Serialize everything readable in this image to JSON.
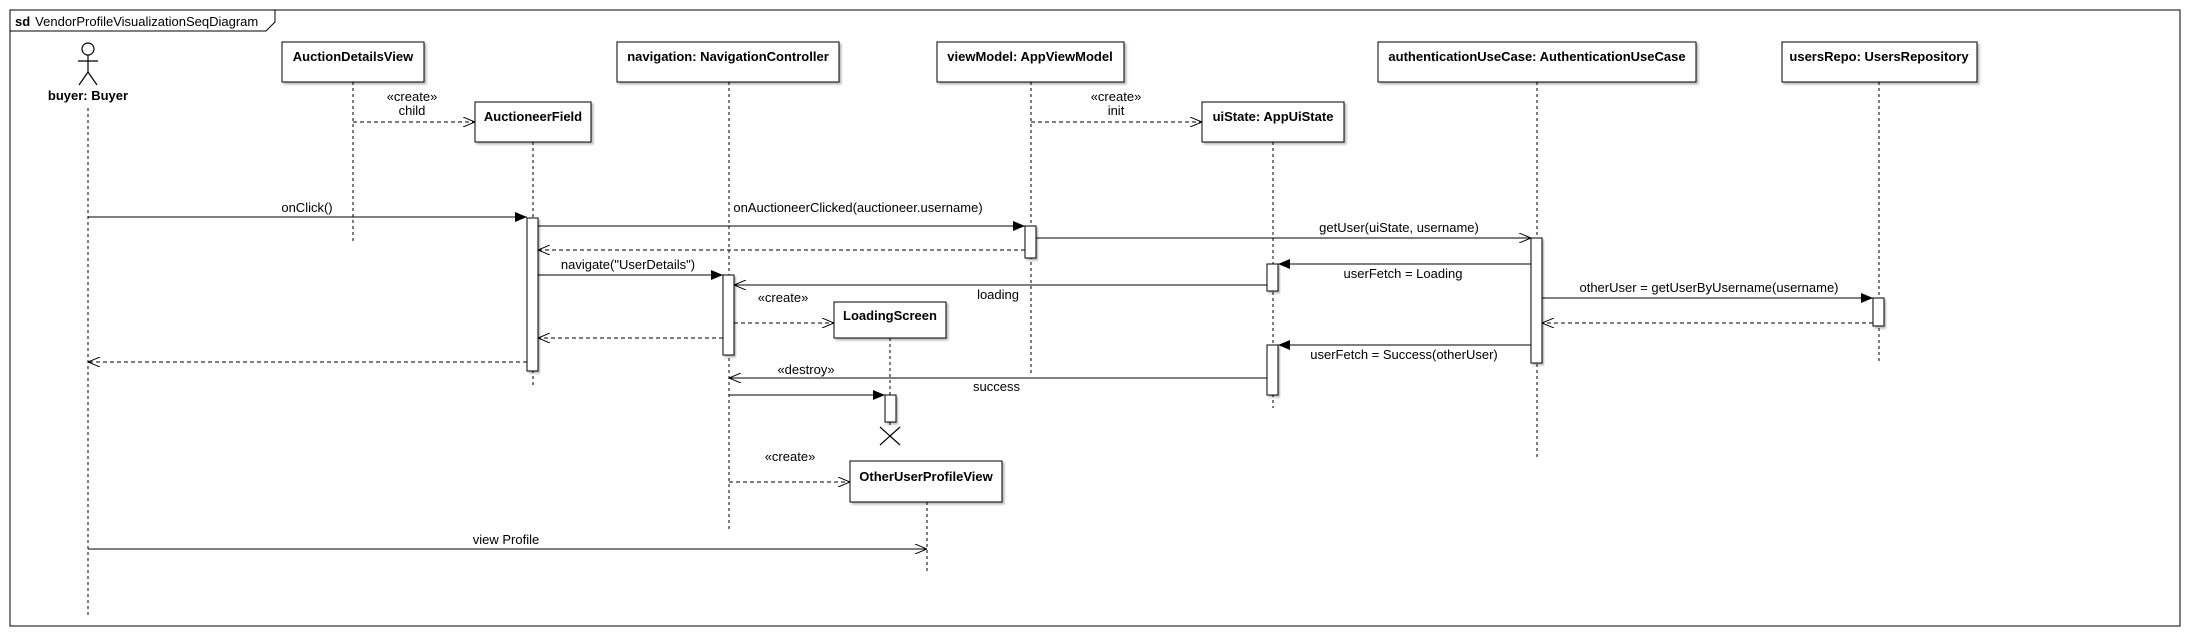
{
  "frame": {
    "keyword": "sd",
    "name": "VendorProfileVisualizationSeqDiagram"
  },
  "lifelines": {
    "buyer": "buyer: Buyer",
    "auctionDetailsView": "AuctionDetailsView",
    "auctioneerField": "AuctioneerField",
    "navigation": "navigation: NavigationController",
    "loadingScreen": "LoadingScreen",
    "otherUserProfileView": "OtherUserProfileView",
    "viewModel": "viewModel: AppViewModel",
    "uiState": "uiState: AppUiState",
    "authUseCase": "authenticationUseCase: AuthenticationUseCase",
    "usersRepo": "usersRepo: UsersRepository"
  },
  "messages": {
    "create_child_stereo": "«create»",
    "create_child": "child",
    "create_init_stereo": "«create»",
    "create_init": "init",
    "onClick": "onClick()",
    "onAuctioneerClicked": "onAuctioneerClicked(auctioneer.username)",
    "getUser": "getUser(uiState, username)",
    "navigate": "navigate(\"UserDetails\")",
    "userFetchLoading": "userFetch = Loading",
    "loading": "loading",
    "create_loading": "«create»",
    "otherUser": "otherUser = getUserByUsername(username)",
    "userFetchSuccess": "userFetch = Success(otherUser)",
    "destroy": "«destroy»",
    "success": "success",
    "create_profile": "«create»",
    "viewProfile": "view Profile"
  }
}
